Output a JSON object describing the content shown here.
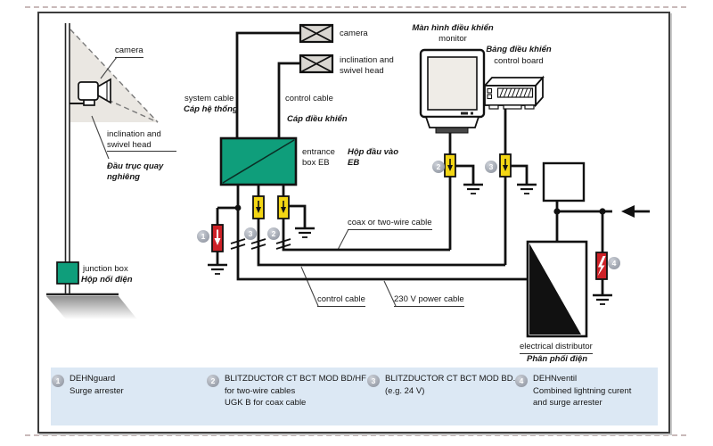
{
  "scene": {
    "camera": "camera",
    "head": "inclination and swivel head",
    "head_vi": "Đầu trục quay nghiêng",
    "junction_box": "junction box",
    "junction_box_vi": "Hộp nối điện"
  },
  "schematic": {
    "camera_box": "camera",
    "head_box": "inclination and swivel head",
    "system_cable": "system cable",
    "system_cable_vi": "Cáp hệ thống",
    "control_cable_top": "control cable",
    "control_cable_top_vi": "Cáp điều khiển",
    "entrance_box": "entrance box EB",
    "entrance_box_vi": "Hộp đầu vào EB",
    "monitor_vi": "Màn hình điều khiển",
    "monitor": "monitor",
    "control_board_vi": "Bảng điều khiển",
    "control_board": "control board",
    "coax_cable": "coax or two-wire cable",
    "control_cable": "control cable",
    "power_cable": "230 V power cable",
    "distributor": "electrical distributor",
    "distributor_vi": "Phân phối điện"
  },
  "markers": {
    "m1": "1",
    "m2": "2",
    "m3": "3",
    "m4": "4"
  },
  "legend": {
    "items": [
      {
        "num": "1",
        "lines": [
          "DEHNguard",
          "Surge arrester"
        ]
      },
      {
        "num": "2",
        "lines": [
          "BLITZDUCTOR CT BCT MOD BD/HF",
          "for two-wire cables",
          "UGK B for coax cable"
        ]
      },
      {
        "num": "3",
        "lines": [
          "BLITZDUCTOR CT BCT MOD BD...",
          "(e.g. 24 V)"
        ]
      },
      {
        "num": "4",
        "lines": [
          "DEHNventil",
          "Combined lightning curent",
          "and surge arrester"
        ]
      }
    ]
  },
  "colors": {
    "green": "#0f9e7b",
    "yellow": "#f3d614",
    "red": "#ce2127",
    "legend_bg": "#dce8f4",
    "marker_gray": "#9aa0aa",
    "frame": "#3d3d3d"
  }
}
